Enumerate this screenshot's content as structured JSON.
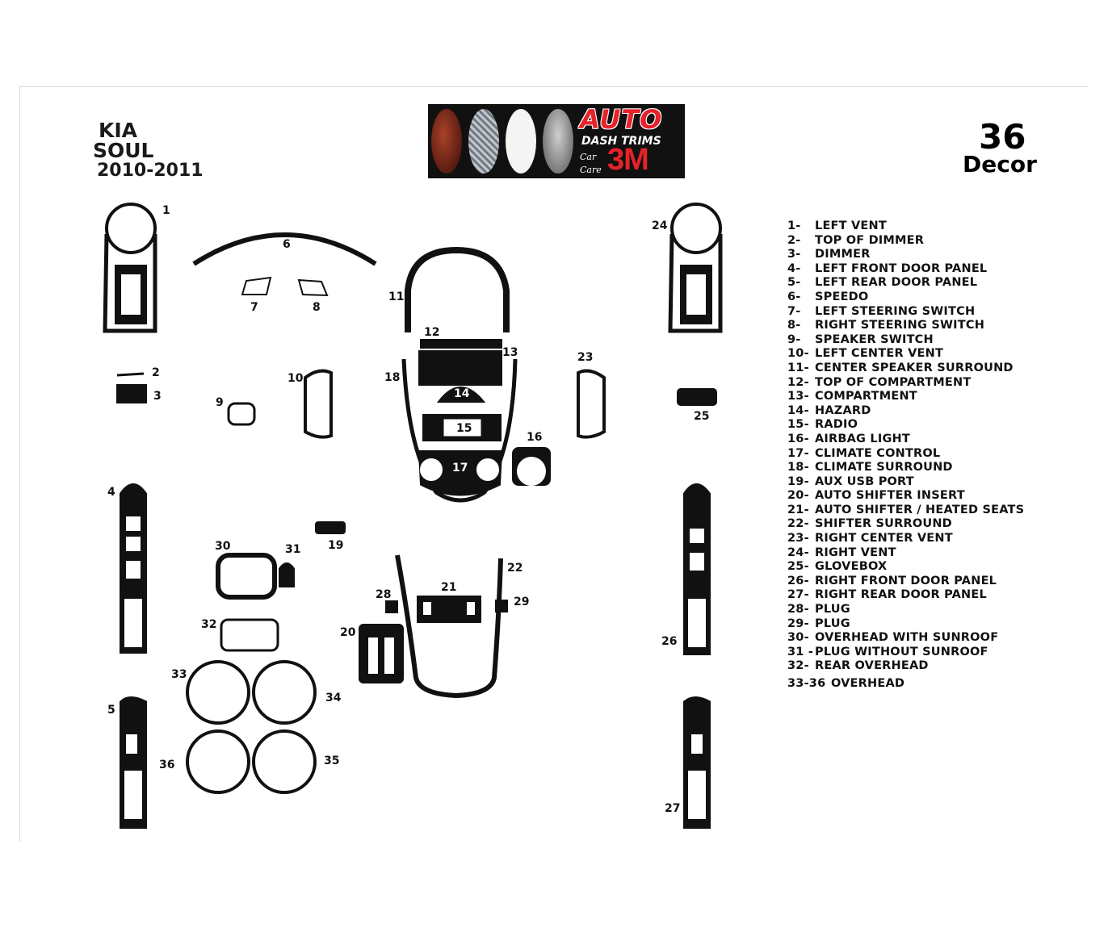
{
  "header": {
    "make": "KIA",
    "model": "SOUL",
    "years": "2010-2011",
    "piece_count": "36",
    "decor_word": "Decor"
  },
  "logo": {
    "brand": "AUTO",
    "tagline": "DASH TRIMS",
    "car": "Car",
    "care": "Care",
    "mark": "3M",
    "swatch_colors": [
      "#7a1f12",
      "#9aa3ad",
      "#f4f4f4",
      "#8e8e8e"
    ]
  },
  "legend": [
    {
      "num": "1-",
      "name": "LEFT VENT"
    },
    {
      "num": "2-",
      "name": "TOP OF DIMMER"
    },
    {
      "num": "3-",
      "name": "DIMMER"
    },
    {
      "num": "4-",
      "name": "LEFT FRONT DOOR PANEL"
    },
    {
      "num": "5-",
      "name": "LEFT REAR DOOR PANEL"
    },
    {
      "num": "6-",
      "name": "SPEEDO"
    },
    {
      "num": "7-",
      "name": "LEFT STEERING SWITCH"
    },
    {
      "num": "8-",
      "name": "RIGHT STEERING SWITCH"
    },
    {
      "num": "9-",
      "name": "SPEAKER SWITCH"
    },
    {
      "num": "10-",
      "name": "LEFT CENTER VENT"
    },
    {
      "num": "11-",
      "name": "CENTER SPEAKER SURROUND"
    },
    {
      "num": "12-",
      "name": "TOP OF COMPARTMENT"
    },
    {
      "num": "13-",
      "name": "COMPARTMENT"
    },
    {
      "num": "14-",
      "name": "HAZARD"
    },
    {
      "num": "15-",
      "name": "RADIO"
    },
    {
      "num": "16-",
      "name": "AIRBAG LIGHT"
    },
    {
      "num": "17-",
      "name": "CLIMATE CONTROL"
    },
    {
      "num": "18-",
      "name": "CLIMATE SURROUND"
    },
    {
      "num": "19-",
      "name": "AUX USB PORT"
    },
    {
      "num": "20-",
      "name": "AUTO SHIFTER INSERT"
    },
    {
      "num": "21-",
      "name": "AUTO SHIFTER / HEATED SEATS"
    },
    {
      "num": "22-",
      "name": "SHIFTER SURROUND"
    },
    {
      "num": "23-",
      "name": "RIGHT CENTER VENT"
    },
    {
      "num": "24-",
      "name": "RIGHT VENT"
    },
    {
      "num": "25-",
      "name": "GLOVEBOX"
    },
    {
      "num": "26-",
      "name": "RIGHT FRONT DOOR PANEL"
    },
    {
      "num": "27-",
      "name": "RIGHT REAR DOOR PANEL"
    },
    {
      "num": "28-",
      "name": "PLUG"
    },
    {
      "num": "29-",
      "name": "PLUG"
    },
    {
      "num": "30-",
      "name": "OVERHEAD WITH SUNROOF"
    },
    {
      "num": "31 -",
      "name": "PLUG WITHOUT SUNROOF"
    },
    {
      "num": "32-",
      "name": "REAR OVERHEAD"
    }
  ],
  "legend_last": {
    "num": "33-36",
    "name": "OVERHEAD"
  },
  "part_labels": [
    "1",
    "2",
    "3",
    "4",
    "5",
    "6",
    "7",
    "8",
    "9",
    "10",
    "11",
    "12",
    "13",
    "14",
    "15",
    "16",
    "17",
    "18",
    "19",
    "20",
    "21",
    "22",
    "23",
    "24",
    "25",
    "26",
    "27",
    "28",
    "29",
    "30",
    "31",
    "32",
    "33",
    "34",
    "35",
    "36"
  ]
}
